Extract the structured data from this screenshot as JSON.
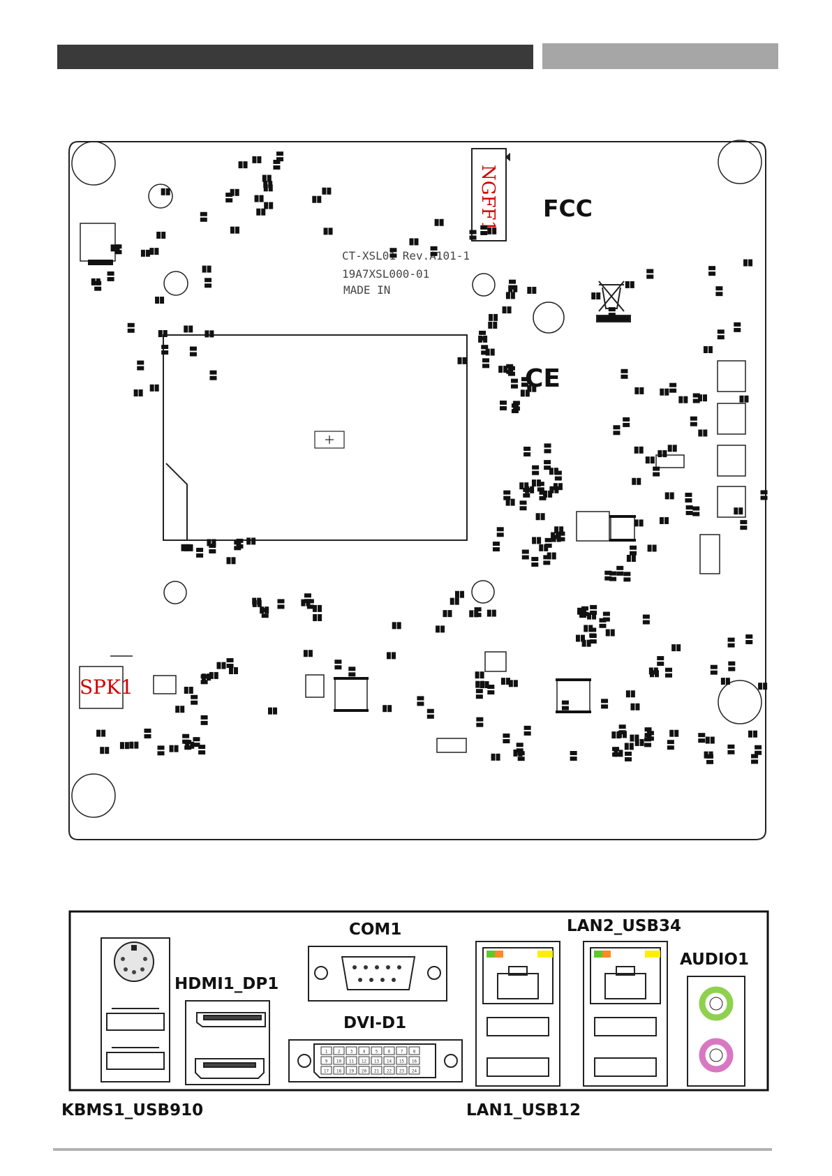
{
  "board": {
    "connector_ngff": "NGFF1",
    "connector_spk": "SPK1",
    "silkscreen": [
      "CT-XSL01 Rev.A101-1",
      "19A7XSL000-01",
      "MADE IN"
    ],
    "logo_fcc": "FCC",
    "logo_ce": "CE"
  },
  "io_panel": {
    "com": "COM1",
    "lan2_usb": "LAN2_USB34",
    "audio": "AUDIO1",
    "hdmi_dp": "HDMI1_DP1",
    "dvi": "DVI-D1",
    "kbms_usb": "KBMS1_USB910",
    "lan1_usb": "LAN1_USB12",
    "dvi_pins": [
      "1",
      "2",
      "3",
      "4",
      "5",
      "6",
      "7",
      "8",
      "9",
      "10",
      "11",
      "12",
      "13",
      "14",
      "15",
      "16",
      "17",
      "18",
      "19",
      "20",
      "21",
      "22",
      "23",
      "24"
    ]
  },
  "colors": {
    "header_dark": "#3a3a3a",
    "header_light": "#a6a6a6",
    "label_red": "#d00000",
    "led_green": "#5fc92a",
    "led_orange": "#ff8a1f",
    "led_yellow": "#ffee00",
    "audio_green": "#8fd14f",
    "audio_pink": "#d877c2"
  }
}
